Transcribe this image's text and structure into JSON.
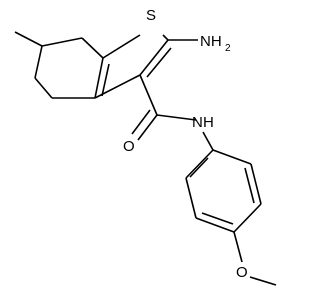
{
  "molecule": {
    "atoms": {
      "sulfur": "S",
      "amino_n": "NH",
      "amino_h_count": "2",
      "carbonyl_o": "O",
      "amide_n": "N",
      "amide_h": "H",
      "methoxy_o": "O"
    }
  },
  "colors": {
    "bond": "#000000",
    "text": "#000000",
    "background": "#ffffff"
  }
}
